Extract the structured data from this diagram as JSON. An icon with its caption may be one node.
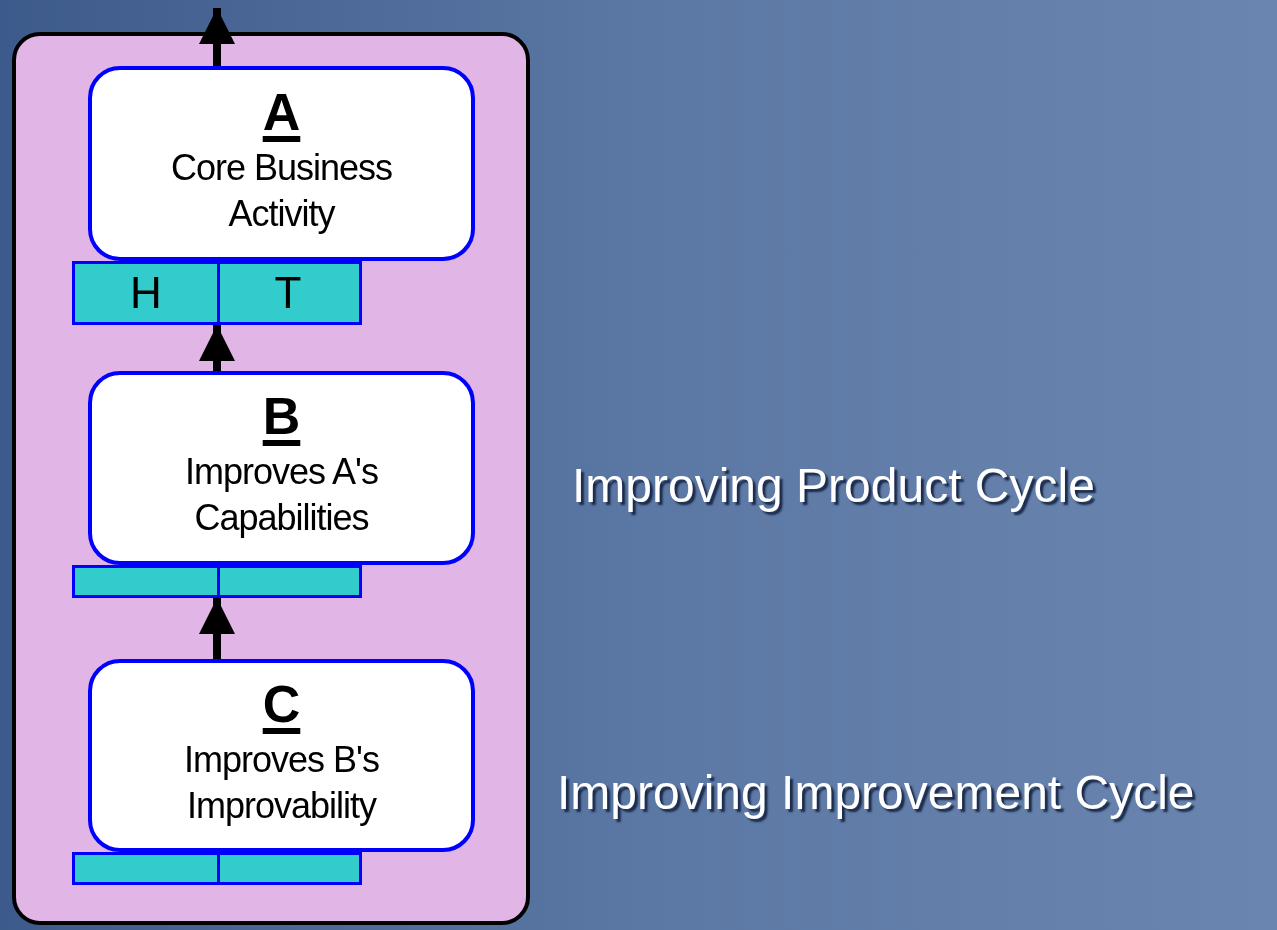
{
  "diagram": {
    "nodes": [
      {
        "text": [],
        "shape": "box"
      },
      {
        "text": [
          "A",
          "Core Business Activity"
        ],
        "in": 0
      },
      {
        "text": [
          "H",
          "T"
        ],
        "in": 0
      },
      {
        "text": [
          "B",
          "Improves A's Capabilities"
        ],
        "in": 0
      },
      {
        "text": [],
        "shape": "box",
        "in": 0
      },
      {
        "text": [
          "C",
          "Improves B's Improvability"
        ],
        "in": 0
      },
      {
        "text": [],
        "shape": "box",
        "in": 0
      }
    ],
    "edges": [
      {
        "from": 1,
        "to": null,
        "arrow": "to"
      },
      {
        "from": 3,
        "to": 2,
        "arrow": "to"
      },
      {
        "from": 5,
        "to": 4,
        "arrow": "to"
      }
    ],
    "labels": [
      "Improving Product Cycle",
      "Improving Improvement Cycle"
    ]
  }
}
